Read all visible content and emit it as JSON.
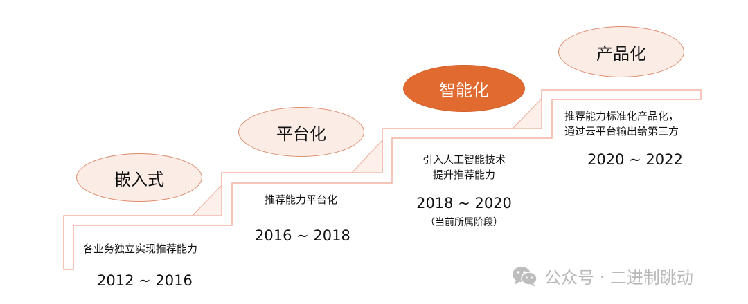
{
  "colors": {
    "accent": "#e06a30",
    "ellipse_fill": "#fbece6",
    "outline": "#f0b2a0"
  },
  "stages": [
    {
      "label": "嵌入式",
      "active": false,
      "desc": [
        "各业务独立实现推荐能力"
      ],
      "years": "2012 ~ 2016"
    },
    {
      "label": "平台化",
      "active": false,
      "desc": [
        "推荐能力平台化"
      ],
      "years": "2016 ~ 2018"
    },
    {
      "label": "智能化",
      "active": true,
      "desc": [
        "引入人工智能技术",
        "提升推荐能力"
      ],
      "years": "2018 ~ 2020",
      "note": "（当前所属阶段）"
    },
    {
      "label": "产品化",
      "active": false,
      "desc": [
        "推荐能力标准化产品化，",
        "通过云平台输出给第三方"
      ],
      "years": "2020 ~ 2022"
    }
  ],
  "watermark": {
    "icon": "wechat-icon",
    "text": "公众号 · 二进制跳动"
  }
}
